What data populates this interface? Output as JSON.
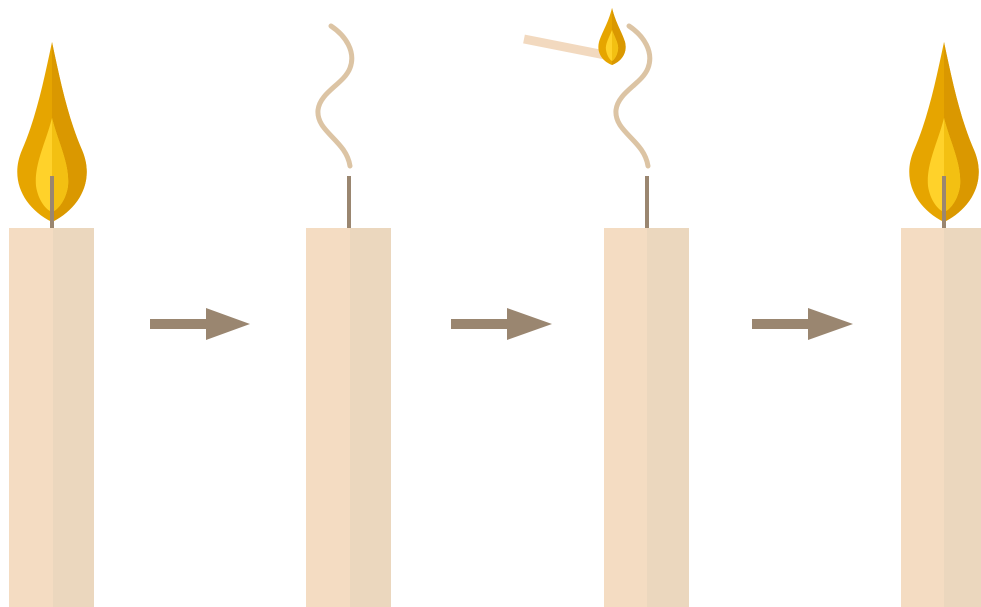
{
  "diagram": {
    "steps": [
      {
        "candle": "lit",
        "flame": true,
        "smoke": false,
        "match": false
      },
      {
        "candle": "extinguished",
        "flame": false,
        "smoke": true,
        "match": false
      },
      {
        "candle": "relighting",
        "flame": false,
        "smoke": true,
        "match": true
      },
      {
        "candle": "relit",
        "flame": true,
        "smoke": false,
        "match": false
      }
    ],
    "arrow_count": 3
  },
  "colors": {
    "background": "#ffffff",
    "wax_light": "#f4dcc2",
    "wax_shade": "#ebd7be",
    "wick": "#9a8670",
    "arrow": "#9a8670",
    "smoke": "#dcc4a4",
    "match_stick": "#f2d9bf",
    "flame_outer": "#e6a500",
    "flame_outer_shade": "#da9800",
    "flame_inner": "#ffd22a",
    "flame_inner_shade": "#f3c012"
  }
}
